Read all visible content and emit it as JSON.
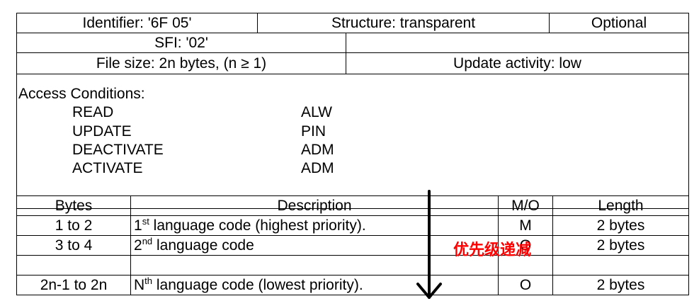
{
  "header": {
    "identifier": "Identifier: '6F 05'",
    "structure": "Structure: transparent",
    "optional": "Optional",
    "sfi": "SFI: '02'",
    "file_size": "File size: 2n bytes, (n ≥ 1)",
    "update_activity": "Update activity: low"
  },
  "access": {
    "title": "Access Conditions:",
    "rows": [
      {
        "op": "READ",
        "value": "ALW"
      },
      {
        "op": "UPDATE",
        "value": "PIN"
      },
      {
        "op": "DEACTIVATE",
        "value": "ADM"
      },
      {
        "op": "ACTIVATE",
        "value": "ADM"
      }
    ]
  },
  "table": {
    "headers": {
      "bytes": "Bytes",
      "description": "Description",
      "mo": "M/O",
      "length": "Length"
    },
    "rows": [
      {
        "bytes": "1 to 2",
        "desc_pre": "1",
        "desc_sup": "st",
        "desc_post": " language code (highest priority).",
        "mo": "M",
        "length": "2 bytes"
      },
      {
        "bytes": "3 to 4",
        "desc_pre": "2",
        "desc_sup": "nd",
        "desc_post": " language code",
        "mo": "O",
        "length": "2 bytes"
      },
      {
        "bytes": "",
        "desc_pre": "",
        "desc_sup": "",
        "desc_post": "",
        "mo": "",
        "length": ""
      },
      {
        "bytes": "2n-1 to 2n",
        "desc_pre": "N",
        "desc_sup": "th",
        "desc_post": " language code (lowest priority).",
        "mo": "O",
        "length": "2 bytes"
      }
    ]
  },
  "annotation": {
    "text": "优先级递减",
    "color": "#ff0000",
    "icon": "down-arrow-icon"
  }
}
